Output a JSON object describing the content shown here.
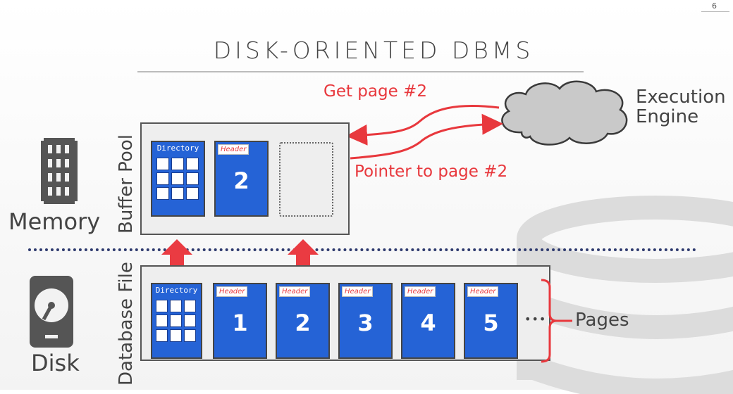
{
  "slide_number": "6",
  "title": "DISK-ORIENTED DBMS",
  "annotations": {
    "get_page": "Get page #2",
    "pointer_to_page": "Pointer to page #2",
    "pages": "Pages",
    "ellipsis": "•••"
  },
  "engine": {
    "line1": "Execution",
    "line2": "Engine"
  },
  "memory_label": "Memory",
  "disk_label": "Disk",
  "buffer_pool_label": "Buffer Pool",
  "database_file_label": "Database File",
  "directory_label": "Directory",
  "header_label": "Header",
  "buffer_pool_pages": [
    "2"
  ],
  "disk_pages": [
    "1",
    "2",
    "3",
    "4",
    "5"
  ],
  "colors": {
    "page_blue": "#2563d6",
    "accent_red": "#e8383d",
    "dotted_navy": "#2e3a6e"
  }
}
